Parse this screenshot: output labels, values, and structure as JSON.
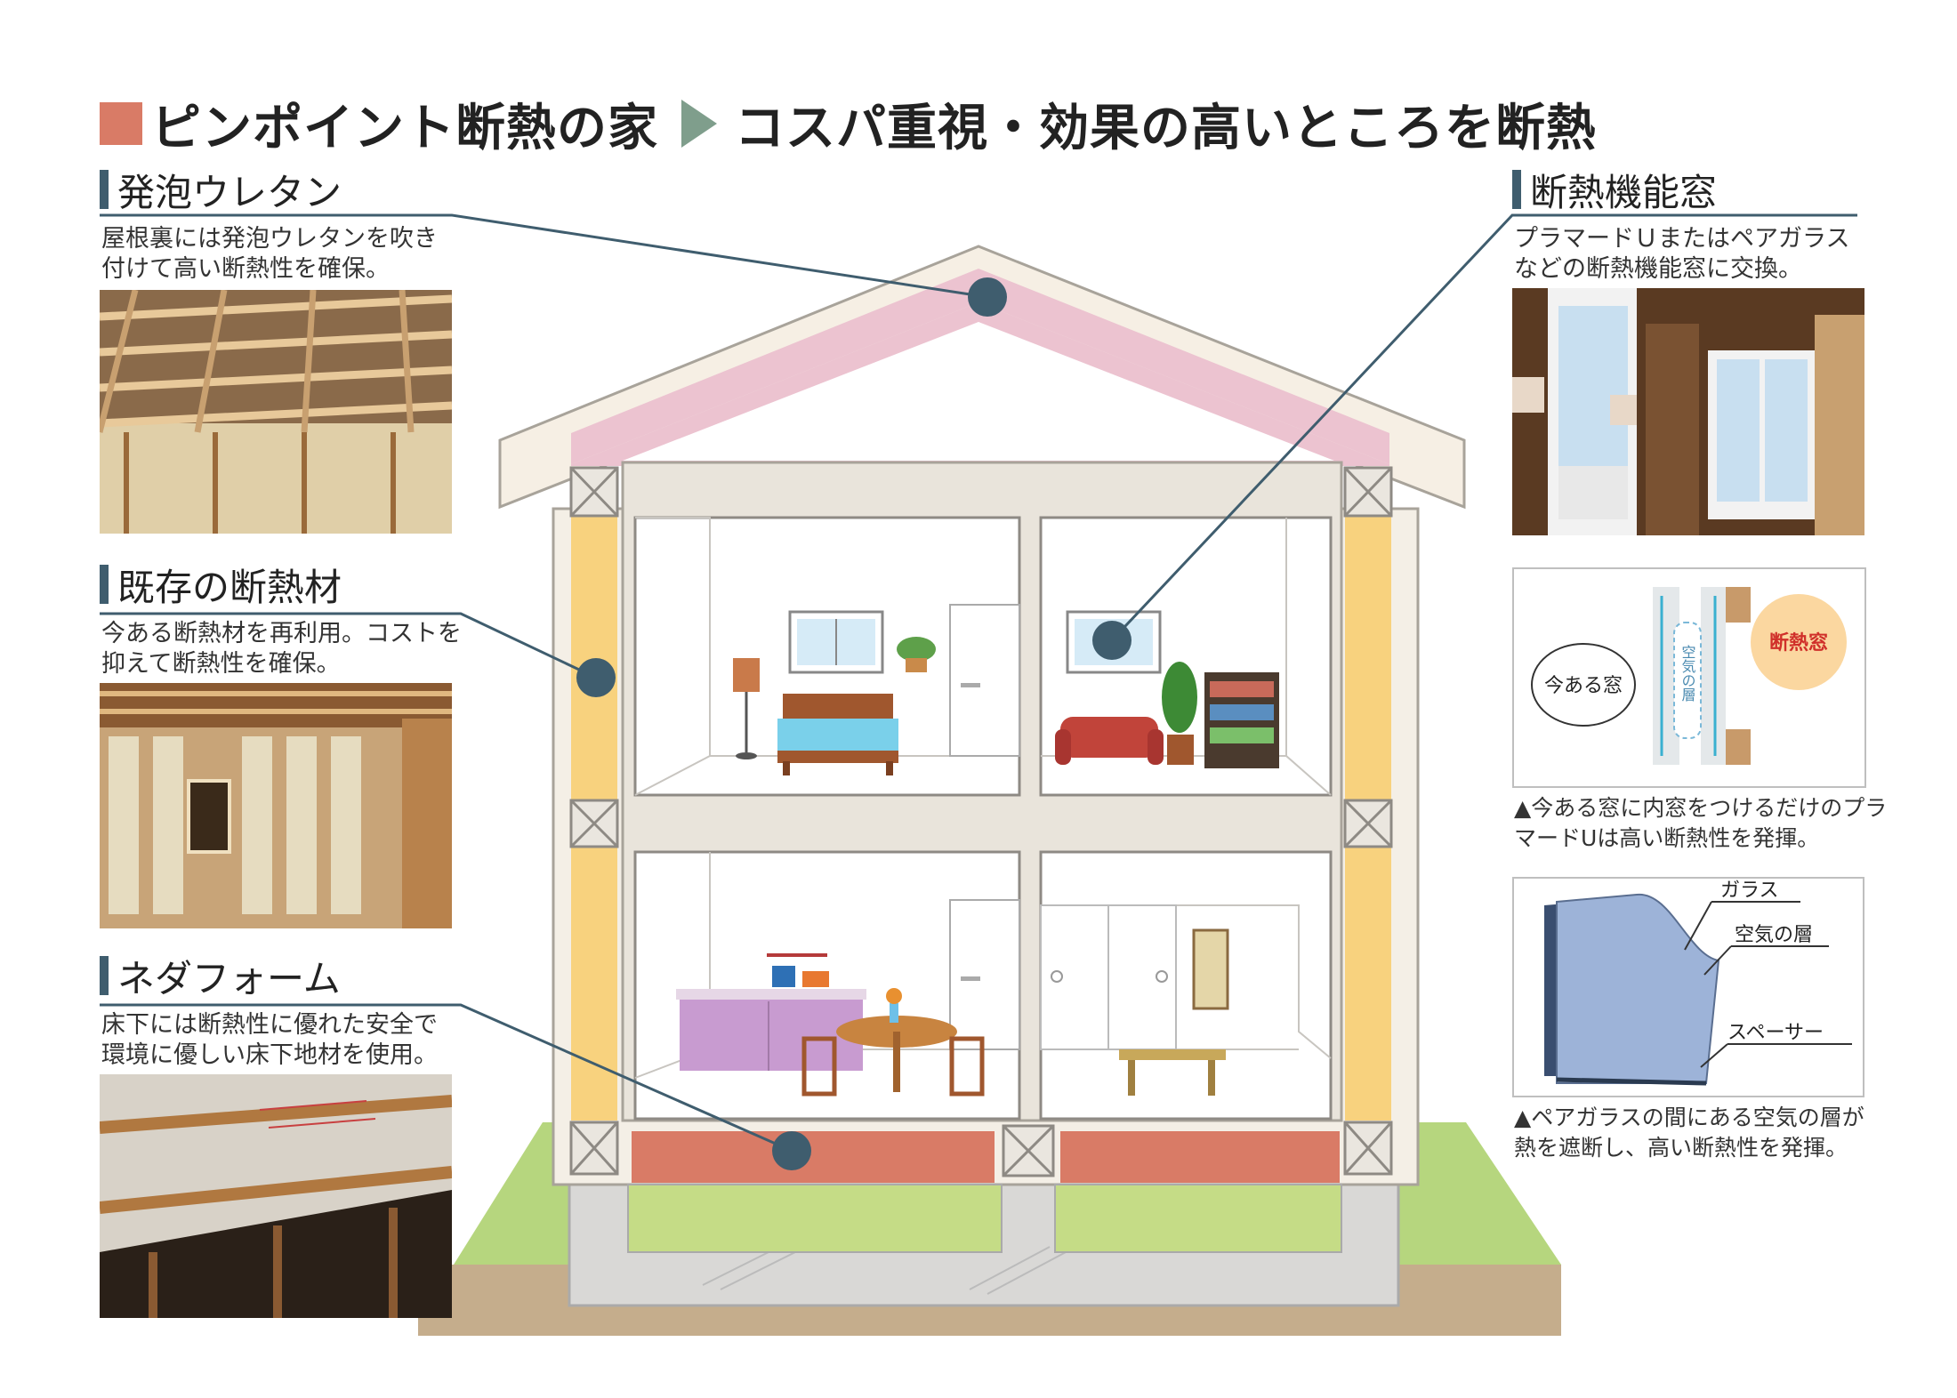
{
  "title": {
    "main": "ピンポイント断熱の家",
    "sub": "コスパ重視・効果の高いところを断熱"
  },
  "sections": {
    "urethane": {
      "heading": "発泡ウレタン",
      "desc_line1": "屋根裏には発泡ウレタンを吹き",
      "desc_line2": "付けて高い断熱性を確保。"
    },
    "existing": {
      "heading": "既存の断熱材",
      "desc_line1": "今ある断熱材を再利用。コストを",
      "desc_line2": "抑えて断熱性を確保。"
    },
    "nedafoam": {
      "heading": "ネダフォーム",
      "desc_line1": "床下には断熱性に優れた安全で",
      "desc_line2": "環境に優しい床下地材を使用。"
    },
    "window": {
      "heading": "断熱機能窓",
      "desc_line1": "プラマードＵまたはペアガラス",
      "desc_line2": "などの断熱機能窓に交換。"
    }
  },
  "window_diagram": {
    "existing_label": "今ある窓",
    "insulated_label": "断熱窓",
    "air_layer_label": "空気の層",
    "caption_line1": "▲今ある窓に内窓をつけるだけのプラ",
    "caption_line2": "マードUは高い断熱性を発揮。"
  },
  "glass_diagram": {
    "glass_label": "ガラス",
    "air_label": "空気の層",
    "spacer_label": "スペーサー",
    "caption_line1": "▲ペアガラスの間にある空気の層が",
    "caption_line2": "熱を遮断し、高い断熱性を発揮。"
  },
  "colors": {
    "accent_square": "#d97b66",
    "arrow": "#7f9e8c",
    "leader": "#3f5d6e",
    "roof_insulation": "#ecc3d0",
    "wall_insulation": "#f8d27e",
    "floor_insulation": "#d97b66",
    "ground": "#b6d67e"
  }
}
